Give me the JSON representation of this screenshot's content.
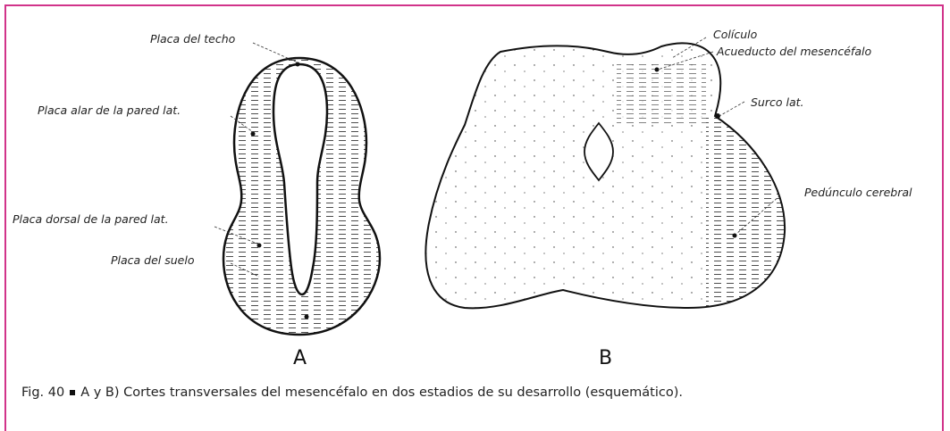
{
  "figure": {
    "panel_a": {
      "letter": "A",
      "labels": {
        "roof_plate": "Placa del techo",
        "alar_plate": "Placa alar de la pared lat.",
        "dorsal_plate": "Placa dorsal de la pared lat.",
        "floor_plate": "Placa del suelo"
      }
    },
    "panel_b": {
      "letter": "B",
      "labels": {
        "colliculus": "Colículo",
        "aqueduct": "Acueducto del mesencéfalo",
        "lateral_sulcus": "Surco lat.",
        "cerebral_peduncle": "Pedúnculo cerebral"
      }
    },
    "caption": {
      "prefix": "Fig. 40",
      "text": "A y B) Cortes transversales del mesencéfalo en dos estadios de su desarrollo (esquemático)."
    }
  },
  "colors": {
    "frame": "#d1338a",
    "ink": "#111111"
  }
}
